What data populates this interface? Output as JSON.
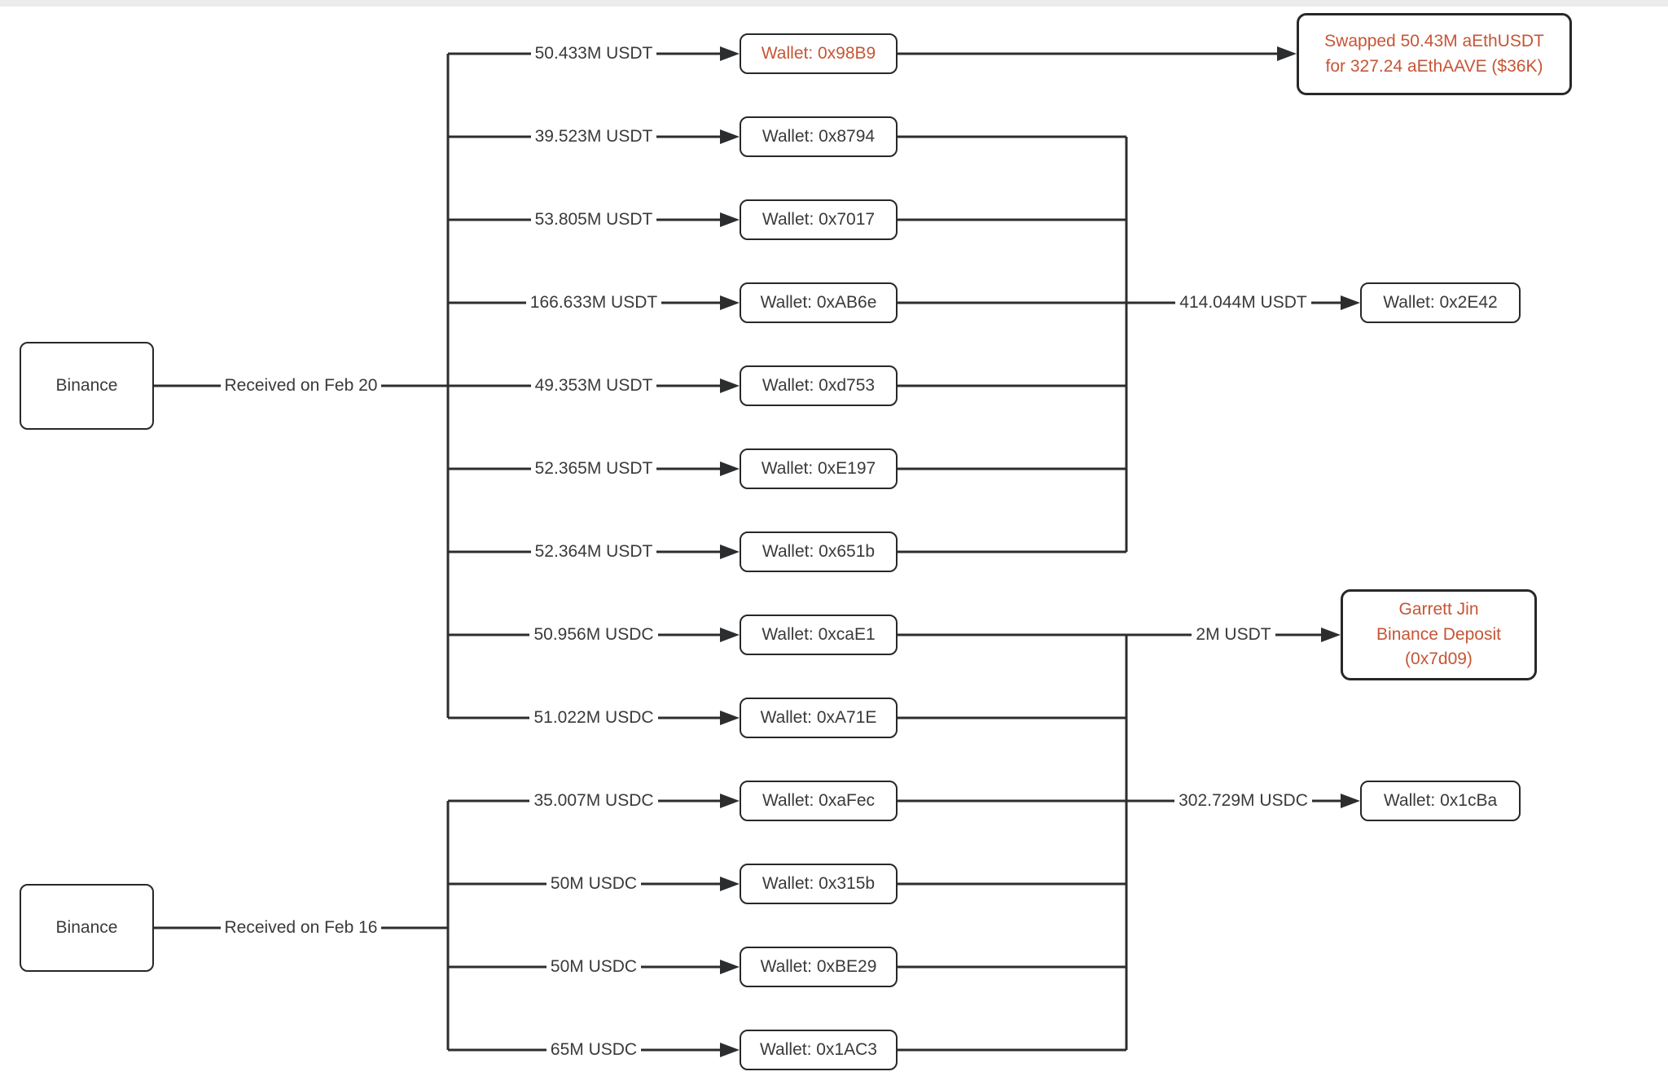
{
  "colors": {
    "background": "#ffffff",
    "top_strip": "#ececec",
    "line": "#2b2d2f",
    "node_border": "#26282a",
    "node_fill": "#ffffff",
    "text": "#3a3a3a",
    "accent_orange": "#c65536"
  },
  "diagram": {
    "sources": [
      {
        "name": "Binance",
        "edge_label": "Received on Feb 20"
      },
      {
        "name": "Binance",
        "edge_label": "Received on Feb 16"
      }
    ],
    "rows": [
      {
        "amount": "50.433M USDT",
        "wallet": "Wallet: 0x98B9"
      },
      {
        "amount": "39.523M USDT",
        "wallet": "Wallet: 0x8794"
      },
      {
        "amount": "53.805M USDT",
        "wallet": "Wallet: 0x7017"
      },
      {
        "amount": "166.633M USDT",
        "wallet": "Wallet: 0xAB6e"
      },
      {
        "amount": "49.353M USDT",
        "wallet": "Wallet: 0xd753"
      },
      {
        "amount": "52.365M USDT",
        "wallet": "Wallet: 0xE197"
      },
      {
        "amount": "52.364M USDT",
        "wallet": "Wallet: 0x651b"
      },
      {
        "amount": "50.956M USDC",
        "wallet": "Wallet: 0xcaE1"
      },
      {
        "amount": "51.022M USDC",
        "wallet": "Wallet: 0xA71E"
      },
      {
        "amount": "35.007M USDC",
        "wallet": "Wallet: 0xaFec"
      },
      {
        "amount": "50M USDC",
        "wallet": "Wallet: 0x315b"
      },
      {
        "amount": "50M USDC",
        "wallet": "Wallet: 0xBE29"
      },
      {
        "amount": "65M USDC",
        "wallet": "Wallet: 0x1AC3"
      }
    ],
    "merges": [
      {
        "amount": "414.044M USDT",
        "target": "Wallet: 0x2E42"
      },
      {
        "amount": "2M USDT",
        "target_lines": [
          "Garrett Jin",
          "Binance Deposit",
          "(0x7d09)"
        ]
      },
      {
        "amount": "302.729M USDC",
        "target": "Wallet: 0x1cBa"
      }
    ],
    "swap_note": [
      "Swapped 50.43M aEthUSDT",
      "for 327.24 aEthAAVE ($36K)"
    ]
  }
}
